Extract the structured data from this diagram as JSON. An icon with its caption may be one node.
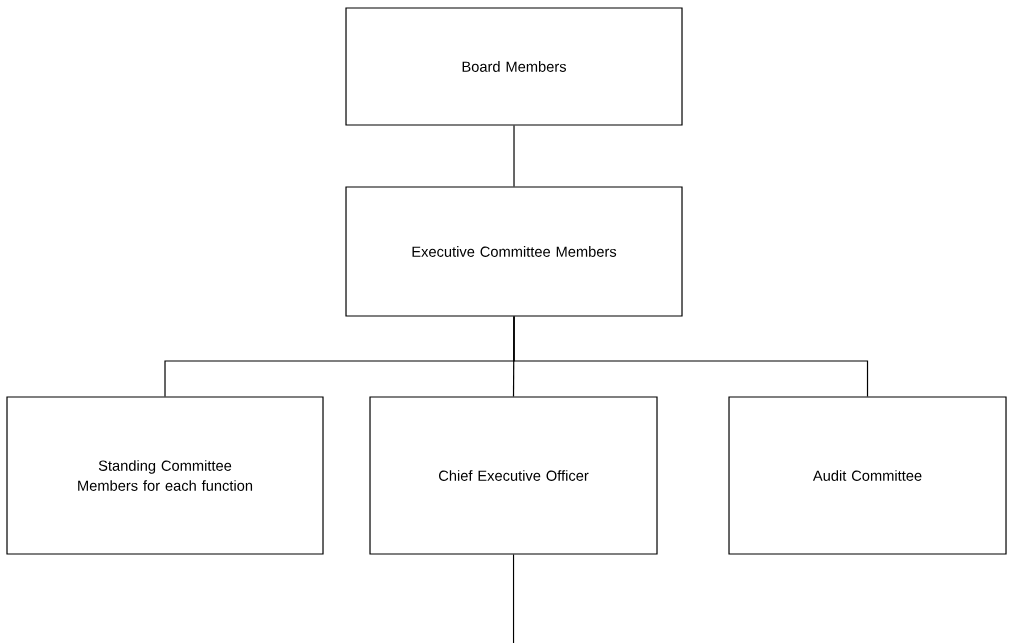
{
  "diagram": {
    "nodes": [
      {
        "text": [
          "Board Members"
        ]
      },
      {
        "text": [
          "Executive Committee Members"
        ]
      },
      {
        "text": [
          "Standing Committee Members for each function"
        ]
      },
      {
        "text": [
          "Chief Executive Officer"
        ]
      },
      {
        "text": [
          "Audit Committee"
        ]
      }
    ],
    "edges": [
      {
        "from": 0,
        "to": 1,
        "arrow": "none"
      },
      {
        "from": 1,
        "to": 2,
        "arrow": "none"
      },
      {
        "from": 1,
        "to": 3,
        "arrow": "none"
      },
      {
        "from": 1,
        "to": 4,
        "arrow": "none"
      },
      {
        "from": 3,
        "to": null,
        "arrow": "none"
      }
    ]
  }
}
